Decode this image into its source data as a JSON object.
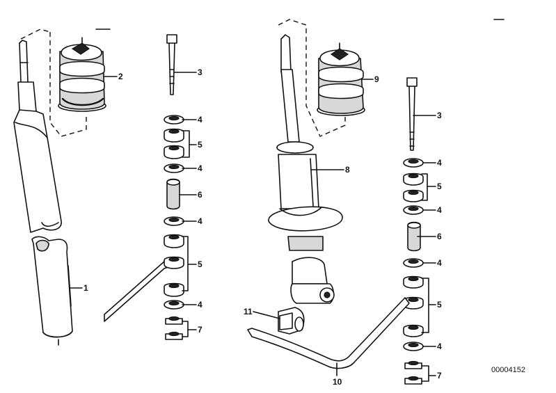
{
  "diagram": {
    "callouts": {
      "c1": "1",
      "c2": "2",
      "c3a": "3",
      "c4a": "4",
      "c5a": "5",
      "c4b": "4",
      "c6a": "6",
      "c4c": "4",
      "c5b": "5",
      "c4d": "4",
      "c7a": "7",
      "c8": "8",
      "c9": "9",
      "c3b": "3",
      "c4e": "4",
      "c5c": "5",
      "c4f": "4",
      "c6b": "6",
      "c4g": "4",
      "c5d": "5",
      "c4h": "4",
      "c7b": "7",
      "c10": "10",
      "c11": "11"
    },
    "reference_code": "00004152"
  }
}
